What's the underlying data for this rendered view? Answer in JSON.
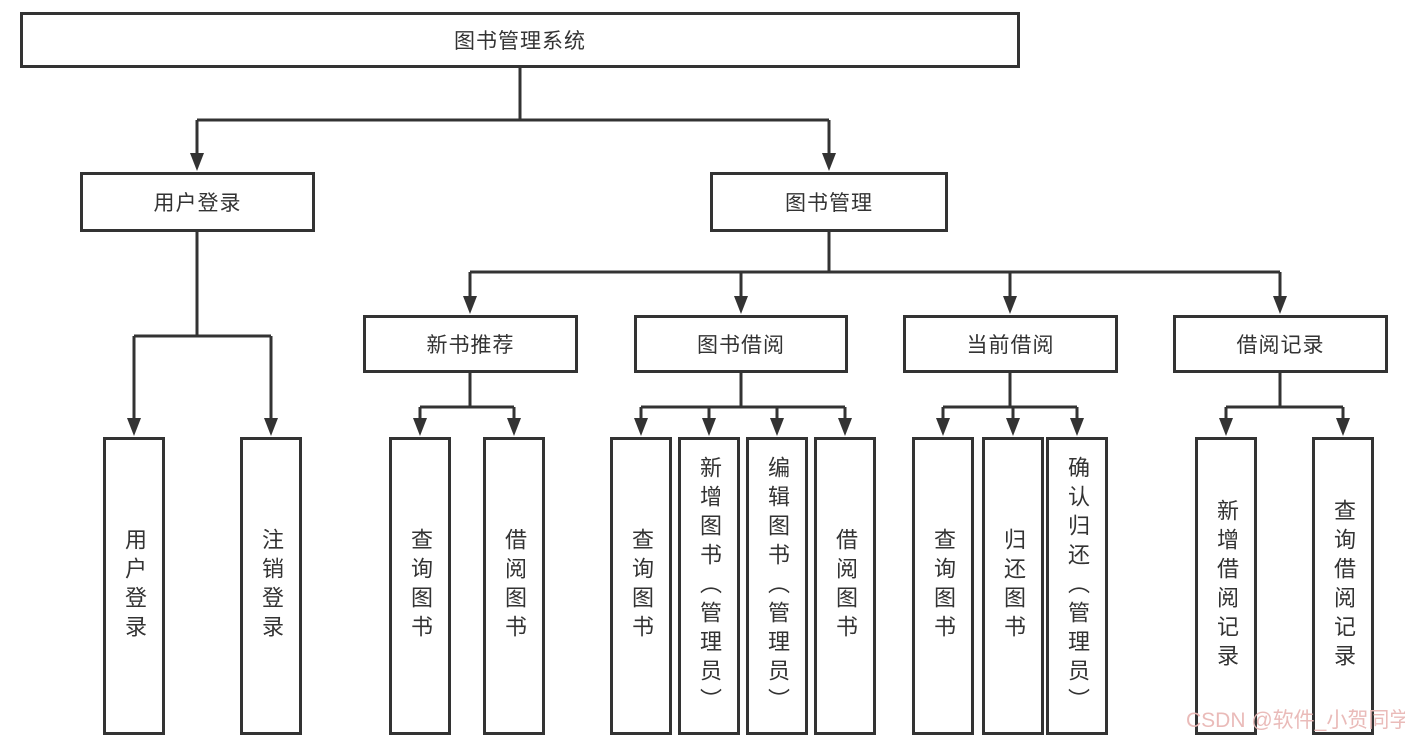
{
  "tree": {
    "root": {
      "label": "图书管理系统"
    },
    "user_login": {
      "label": "用户登录",
      "children": [
        {
          "label": "用户登录"
        },
        {
          "label": "注销登录"
        }
      ]
    },
    "book_mgmt": {
      "label": "图书管理",
      "children": [
        {
          "label": "新书推荐",
          "children": [
            {
              "label": "查询图书"
            },
            {
              "label": "借阅图书"
            }
          ]
        },
        {
          "label": "图书借阅",
          "children": [
            {
              "label": "查询图书"
            },
            {
              "label": "新增图书（管理员）"
            },
            {
              "label": "编辑图书（管理员）"
            },
            {
              "label": "借阅图书"
            }
          ]
        },
        {
          "label": "当前借阅",
          "children": [
            {
              "label": "查询图书"
            },
            {
              "label": "归还图书"
            },
            {
              "label": "确认归还（管理员）"
            }
          ]
        },
        {
          "label": "借阅记录",
          "children": [
            {
              "label": "新增借阅记录"
            },
            {
              "label": "查询借阅记录"
            }
          ]
        }
      ]
    }
  },
  "watermark": {
    "text": "CSDN @软件_小贺同学"
  },
  "colors": {
    "line": "#333333",
    "text": "#333333",
    "background": "#ffffff",
    "watermark": "#e9b8b6"
  }
}
